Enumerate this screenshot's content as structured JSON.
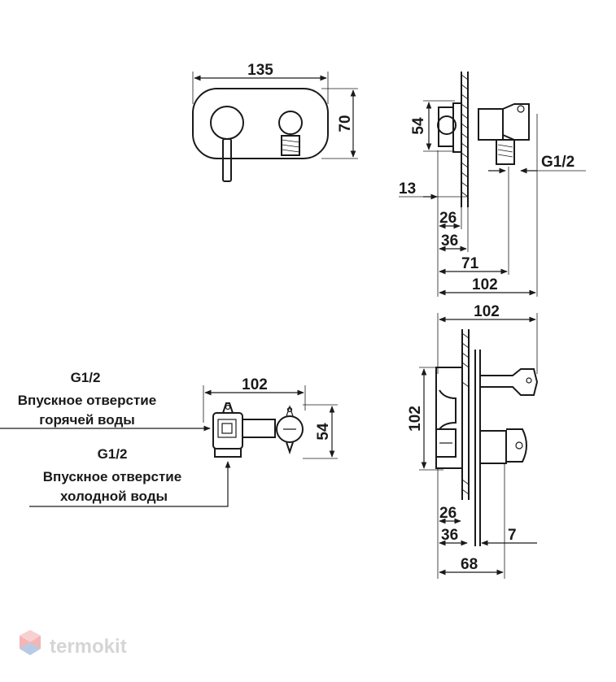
{
  "top_front_view": {
    "width_dim": "135",
    "height_dim": "70"
  },
  "top_side_view": {
    "dim_54": "54",
    "thread": "G1/2",
    "dim_13": "13",
    "dim_26": "26",
    "dim_36": "36",
    "dim_71": "71",
    "dim_102": "102"
  },
  "valve_body_view": {
    "width_dim": "102",
    "height_dim": "54",
    "hot_inlet_thread": "G1/2",
    "hot_inlet_line1": "Впускное отверстие",
    "hot_inlet_line2": "горячей воды",
    "cold_inlet_thread": "G1/2",
    "cold_inlet_line1": "Впускное отверстие",
    "cold_inlet_line2": "холодной воды"
  },
  "bottom_side_view": {
    "top_dim": "102",
    "height_dim": "102",
    "dim_26": "26",
    "dim_36": "36",
    "dim_7": "7",
    "dim_68": "68"
  },
  "watermark": {
    "brand": "termokit"
  }
}
